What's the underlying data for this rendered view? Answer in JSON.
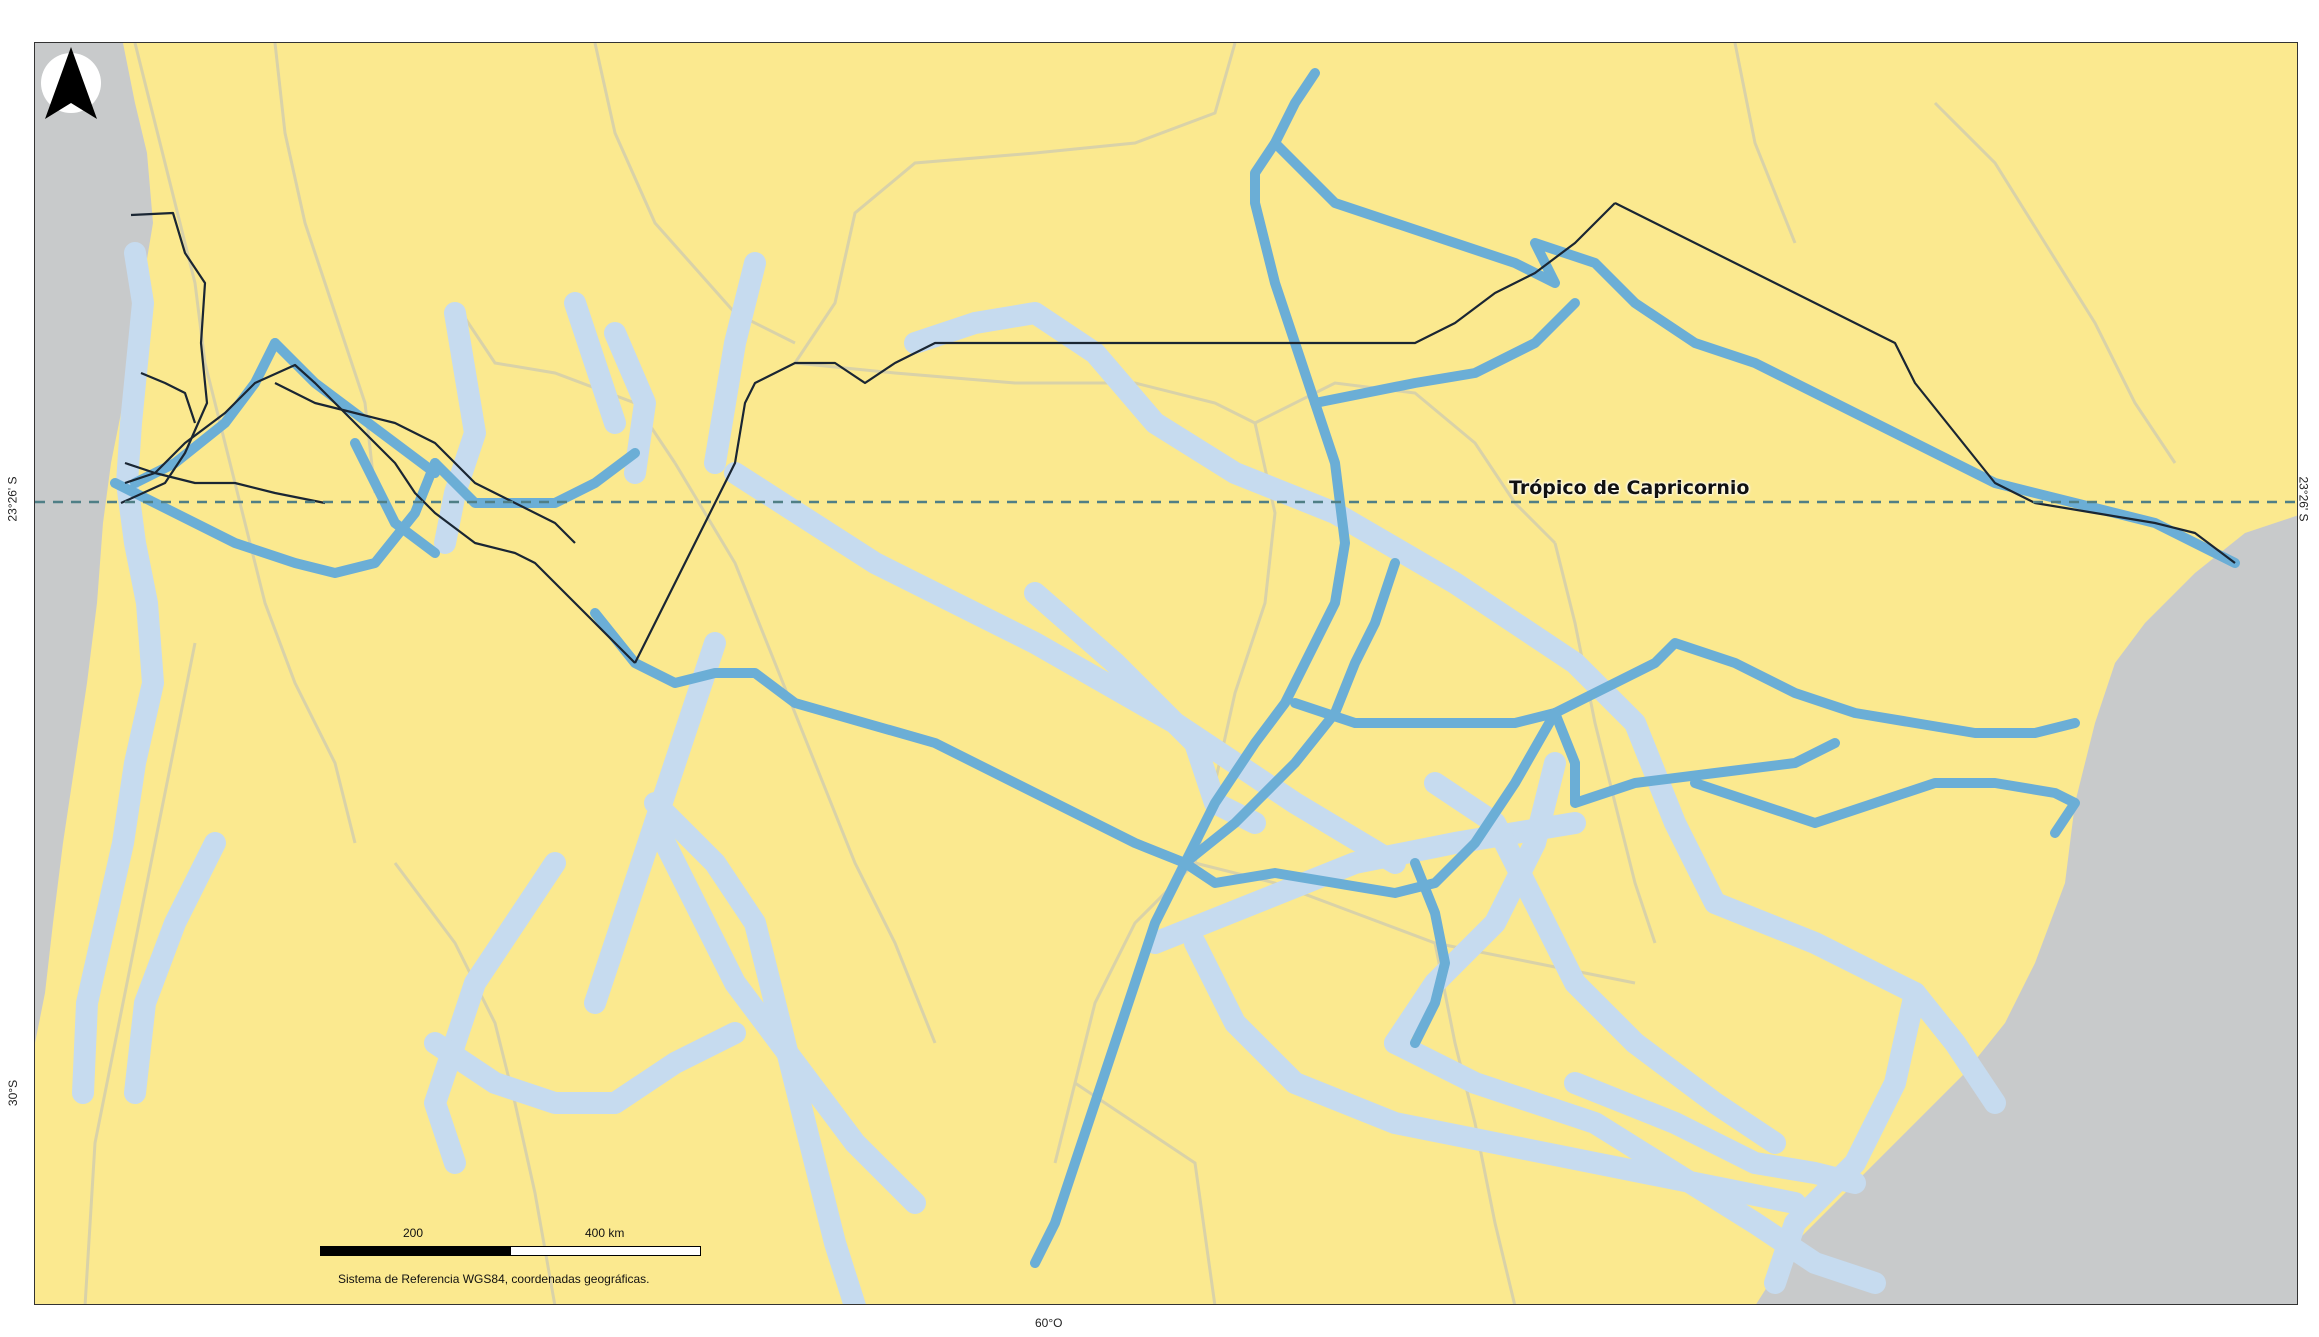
{
  "map": {
    "tropic_label": "Trópico de Capricornio",
    "lat_labels": {
      "upper": "23°26' S",
      "lower": "30°S",
      "right_clip": "23°26' S"
    },
    "lon_label": "60°O",
    "scale": {
      "tick_200": "200",
      "tick_400": "400 km"
    },
    "crs_note": "Sistema de Referencia WGS84, coordenadas geográficas.",
    "colors": {
      "land": "#fbe98f",
      "sea": "#c8cacb",
      "borders": "#d9d2a8",
      "planned_routes": "#c6dbef",
      "main_routes": "#6baed6",
      "rail_lines": "#1a2633",
      "tropic_line": "#4f7f86"
    },
    "icons": {
      "north": "north-arrow-icon"
    }
  }
}
